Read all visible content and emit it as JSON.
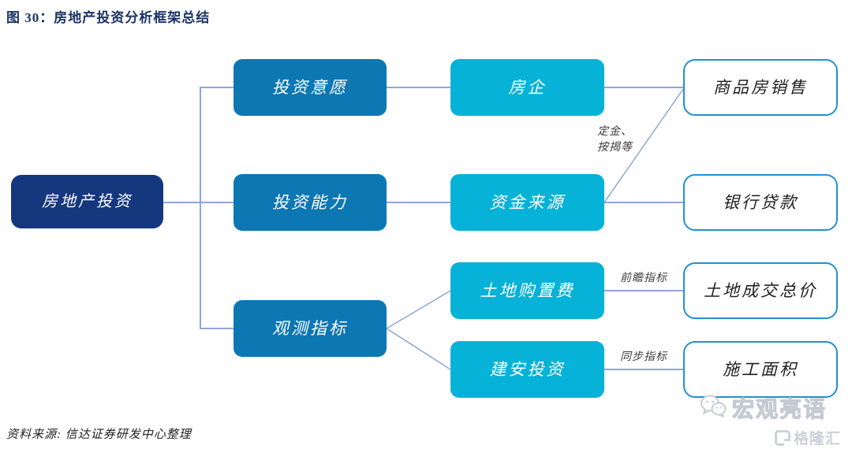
{
  "figure": {
    "title": "图 30：房地产投资分析框架总结",
    "source": "资料来源: 信达证券研发中心整理"
  },
  "colors": {
    "root_box": "#15377d",
    "mid_box": "#0d77b4",
    "cyan_box": "#06b2d8",
    "outline_box_border": "#2190d4",
    "connector_line": "#8fa6db",
    "title_text": "#1b3366",
    "watermark_gray": "#ccd1d8"
  },
  "diagram": {
    "root": {
      "label": "房地产投资"
    },
    "level2": [
      {
        "label": "投资意愿"
      },
      {
        "label": "投资能力"
      },
      {
        "label": "观测指标"
      }
    ],
    "level3": [
      {
        "label": "房企"
      },
      {
        "label": "资金来源"
      },
      {
        "label": "土地购置费"
      },
      {
        "label": "建安投资"
      }
    ],
    "level4": [
      {
        "label": "商品房销售"
      },
      {
        "label": "银行贷款"
      },
      {
        "label": "土地成交总价"
      },
      {
        "label": "施工面积"
      }
    ],
    "edge_labels": {
      "deposit_mortgage": "定金、\n按揭等",
      "leading_indicator": "前瞻指标",
      "sync_indicator": "同步指标"
    }
  },
  "watermark": {
    "brand": "宏观亮语",
    "logo_text": "格隆汇",
    "wechat_icon": "wechat-icon",
    "logo_mark": "gelonghui-g-icon"
  }
}
